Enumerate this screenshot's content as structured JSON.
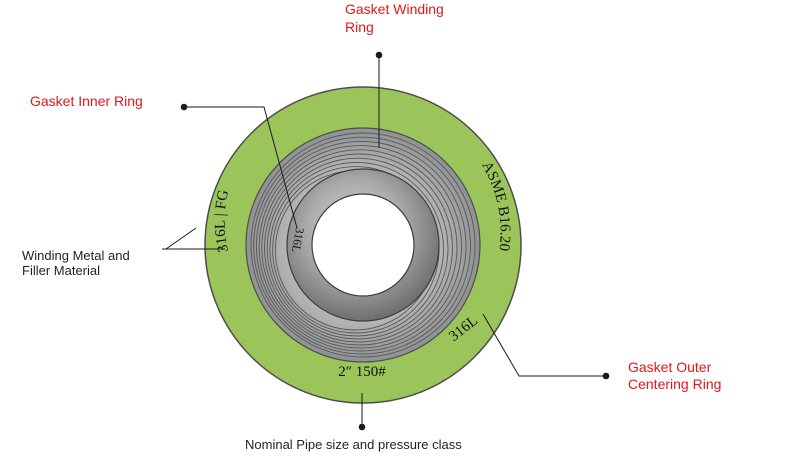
{
  "labels": {
    "winding_ring": [
      "Gasket Winding",
      "Ring"
    ],
    "inner_ring": "Gasket Inner Ring",
    "winding_filler": [
      "Winding Metal and",
      "Filler Material"
    ],
    "outer_ring": [
      "Gasket Outer",
      "Centering Ring"
    ],
    "nominal_size": "Nominal Pipe size and pressure class"
  },
  "ring_markings": {
    "material_filler": "316L | FG",
    "standard": "ASME B16.20",
    "outer_material": "316L",
    "size_class": "2″ 150#",
    "inner_material": "316L"
  },
  "colors": {
    "outer_ring": "#9bc55a",
    "outer_ring_stroke": "#4d4d4d",
    "winding": "#a7a9ac",
    "inner_ring": "#8a8c8e",
    "callout_red": "#e3161b",
    "text_dark": "#231f20"
  }
}
